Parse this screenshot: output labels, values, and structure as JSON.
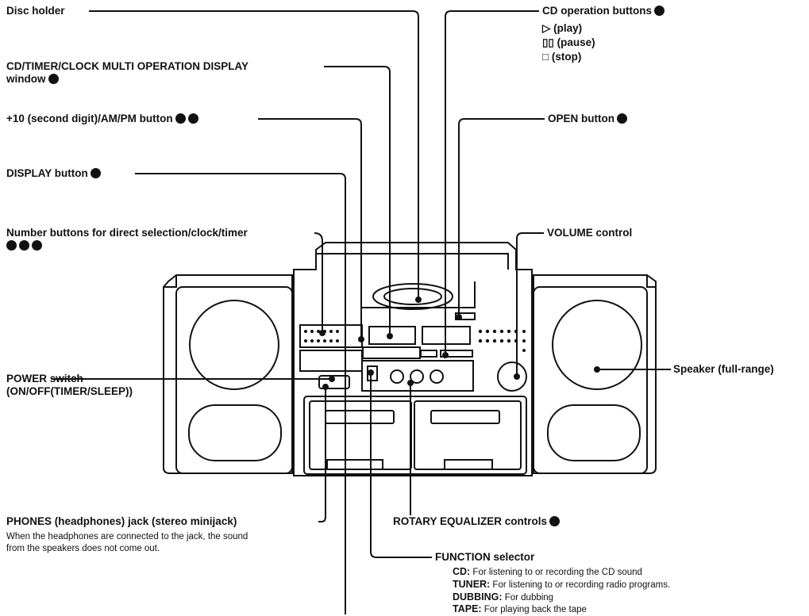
{
  "labels": {
    "disc_holder": "Disc holder",
    "cd_timer_display": "CD/TIMER/CLOCK MULTI OPERATION DISPLAY",
    "cd_timer_display_2": "window",
    "plus10": "+10 (second digit)/AM/PM button",
    "display_button": "DISPLAY button",
    "number_buttons": "Number buttons for direct selection/clock/timer",
    "power_switch": "POWER switch",
    "power_switch_2": "(ON/OFF(TIMER/SLEEP))",
    "phones": "PHONES (headphones) jack (stereo minijack)",
    "phones_note_1": "When the headphones are connected to the jack, the sound",
    "phones_note_2": "from the speakers does not come out.",
    "cd_operation": "CD operation buttons",
    "cd_play": "▷ (play)",
    "cd_pause": "▯▯ (pause)",
    "cd_stop": "□ (stop)",
    "open_button": "OPEN button",
    "volume": "VOLUME control",
    "speaker": "Speaker (full-range)",
    "rotary_eq": "ROTARY EQUALIZER controls",
    "function_selector": "FUNCTION selector",
    "fn_cd_key": "CD:",
    "fn_cd_text": "For listening to or recording the CD sound",
    "fn_tuner_key": "TUNER:",
    "fn_tuner_text": "For listening to or recording radio programs.",
    "fn_dubbing_key": "DUBBING:",
    "fn_dubbing_text": "For dubbing",
    "fn_tape_key": "TAPE:",
    "fn_tape_text": "For playing back the tape"
  },
  "colors": {
    "ink": "#111111",
    "paper": "#ffffff"
  }
}
